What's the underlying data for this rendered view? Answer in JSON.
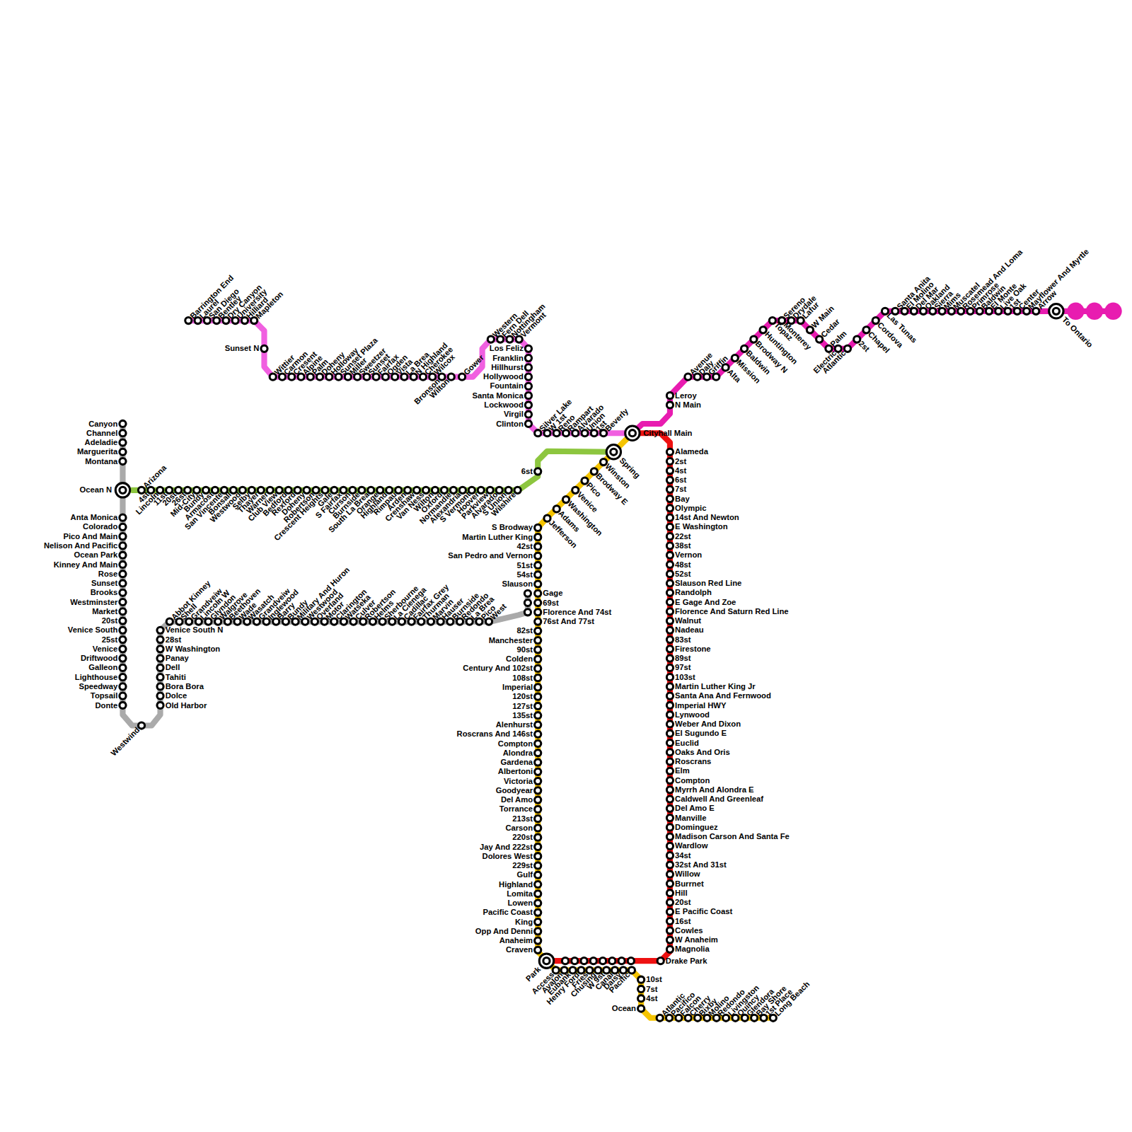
{
  "diagram": {
    "labels": [
      "Canyon",
      "Channel",
      "Adeladie",
      "Marguerita",
      "Montana",
      "Ocean N",
      "Anta Monica",
      "Colorado",
      "Pico And Main",
      "Nelison And Pacific",
      "Ocean Park",
      "Kinney And Main",
      "Rose",
      "Sunset",
      "Brooks",
      "Westminster",
      "Market",
      "20st",
      "Venice South",
      "25st",
      "Venice",
      "Driftwood",
      "Galleon",
      "Lighthouse",
      "Speedway",
      "Topsail",
      "Donte",
      "Westwind",
      "Venice South N",
      "28st",
      "W Washington",
      "Panay",
      "Dell",
      "Tahiti",
      "Bora Bora",
      "Dolce",
      "Old Harbor",
      "Abbot Kinney",
      "Shell",
      "Grandveiw",
      "Lincoln W",
      "Glyndon",
      "Walgrove",
      "Beethoven",
      "Wade",
      "Wasatch",
      "Grandveiw",
      "Inglewood",
      "Barry",
      "Bundy",
      "Military And Huron",
      "Westwood",
      "Overland",
      "Motor",
      "Clarington",
      "Watseka",
      "Culver",
      "Robertson",
      "Helms",
      "Sherbourne",
      "La Cienega",
      "Cadillac",
      "Fairfax Grey",
      "Thurman",
      "Marvin",
      "Hauser",
      "Burnside",
      "Redondo",
      "La Brea",
      "Pico",
      "West",
      "Arizona",
      "4st",
      "Lincoln",
      "11st",
      "20st",
      "26st",
      "Mid-City",
      "Bundy",
      "Armacost",
      "San Vincente",
      "Bonsall",
      "Westwood",
      "Selby",
      "Thayer",
      "Warner",
      "Club View",
      "Bedford",
      "Rexford",
      "Doheny",
      "Robertson",
      "Crescent Heights",
      "Gale",
      "S Fairfax",
      "Curson",
      "Burnside",
      "South La Brea",
      "Orange",
      "Highland",
      "Rimpau",
      "Arden",
      "Crenshaw",
      "Van Ness",
      "Wilton",
      "Oxford",
      "Normandie",
      "Alexandria",
      "S Vermont",
      "Hoover",
      "Parkview",
      "Alvarado",
      "S Union",
      "Wilshire",
      "6st",
      "Spring",
      "Winston",
      "Brodway E",
      "Pico",
      "Venice",
      "Washington",
      "Adams",
      "Jefferson",
      "S Brodway",
      "Martin Luther King",
      "42st",
      "San Pedro and Vernon",
      "51st",
      "54st",
      "Slauson",
      "Gage",
      "69st",
      "Florence And 74st",
      "76st And 77st",
      "82st",
      "Manchester",
      "90st",
      "Colden",
      "Century And 102st",
      "108st",
      "Imperial",
      "120st",
      "127st",
      "135st",
      "Alenhurst",
      "Roscrans And 146st",
      "Compton",
      "Alondra",
      "Gardena",
      "Albertoni",
      "Victoria",
      "Goodyear",
      "Del Amo",
      "Torrance",
      "213st",
      "Carson",
      "220st",
      "Jay And 222st",
      "Dolores West",
      "229st",
      "Gulf",
      "Highland",
      "Lomita",
      "Lowen",
      "Pacific Coast",
      "King",
      "Opp And Denni",
      "Anaheim",
      "Craven",
      "Park",
      "Access",
      "Avalon",
      "Eubank",
      "Henry Ford",
      "Fries",
      "Chusing",
      "W 9st",
      "Canal",
      "Daisy",
      "Pacific",
      "10st",
      "7st",
      "4st",
      "Ocean",
      "Atlantic",
      "Pacifico",
      "Falcon",
      "Cherry",
      "Bixby",
      "Molino",
      "Redondo",
      "Livingston",
      "Quincy",
      "Glendora",
      "Bay Shore",
      "1st Place",
      "Long Beach",
      "Cityhall Main",
      "Alameda",
      "2st",
      "4st",
      "6st",
      "7st",
      "Bay",
      "Olympic",
      "14st And Newton",
      "E Washington",
      "22st",
      "38st",
      "Vernon",
      "48st",
      "52st",
      "Slauson Red Line",
      "Randolph",
      "E Gage And Zoe",
      "Florence And Saturn Red Line",
      "Walnut",
      "Nadeau",
      "83st",
      "Firestone",
      "89st",
      "97st",
      "103st",
      "Martin Luther King Jr",
      "Santa Ana And Fernwood",
      "Imperial HWY",
      "Lynwood",
      "Weber And Dixon",
      "El Sugundo E",
      "Euclid",
      "Oaks And Oris",
      "Roscrans",
      "Elm",
      "Compton",
      "Myrrh And Alondra E",
      "Caldwell And Greenleaf",
      "Del Amo E",
      "Manville",
      "Dominguez",
      "Madison Carson And Santa Fe",
      "Wardlow",
      "34st",
      "32st And 31st",
      "Willow",
      "Burrnet",
      "Hill",
      "20st",
      "E Pacific Coast",
      "16st",
      "Cowles",
      "W Anaheim",
      "Magnolia",
      "Drake Park",
      "Barrington End",
      "Laurel",
      "San Diego",
      "Bentley",
      "Dry Canyon",
      "University",
      "Hilliard",
      "Mapleton",
      "Sunset N",
      "Wittier",
      "Carmon",
      "Cresent",
      "Alpine",
      "Palm",
      "Doheny",
      "Holloway",
      "Sunset Plaza",
      "Miller",
      "Sweetzer",
      "Sunset",
      "Fairfax",
      "Ogden",
      "Vista",
      "La Brea",
      "N Highland",
      "Cherokee",
      "Wilcox",
      "Bronson",
      "Wilton",
      "Gower",
      "Western",
      "Fern Dell",
      "Nottingham",
      "Vermont",
      "Los Feliz",
      "Franklin",
      "Hillhurst",
      "Hollywood",
      "Fountain",
      "Santa Monica",
      "Lockwood",
      "Virgil",
      "Clinton",
      "Silver Lake",
      "W 1st",
      "Reno",
      "Rampart",
      "Alvarado",
      "Union",
      "1st",
      "Beverly",
      "Leroy",
      "N Main",
      "Avenue",
      "Daly",
      "Griffin",
      "Alta",
      "Mission",
      "Baldwin",
      "Brodway N",
      "Huntington",
      "Topaz",
      "Sereno",
      "Drydale",
      "Lafur",
      "Monterey",
      "W Main",
      "Cedar",
      "Palm",
      "Electric",
      "Atlantic",
      "2st",
      "Chapel",
      "Cordova",
      "Las Tunas",
      "Santa Anita",
      "El Molino",
      "Del Mar",
      "Oakland",
      "Sierra",
      "Mims",
      "Muscatel",
      "Rosemead And Loma",
      "Primrose",
      "Baldwin",
      "El Monte",
      "Live Oak",
      "1st",
      "Center",
      "Mayflower And Myrtle",
      "Arrow",
      "To Ontario"
    ]
  }
}
